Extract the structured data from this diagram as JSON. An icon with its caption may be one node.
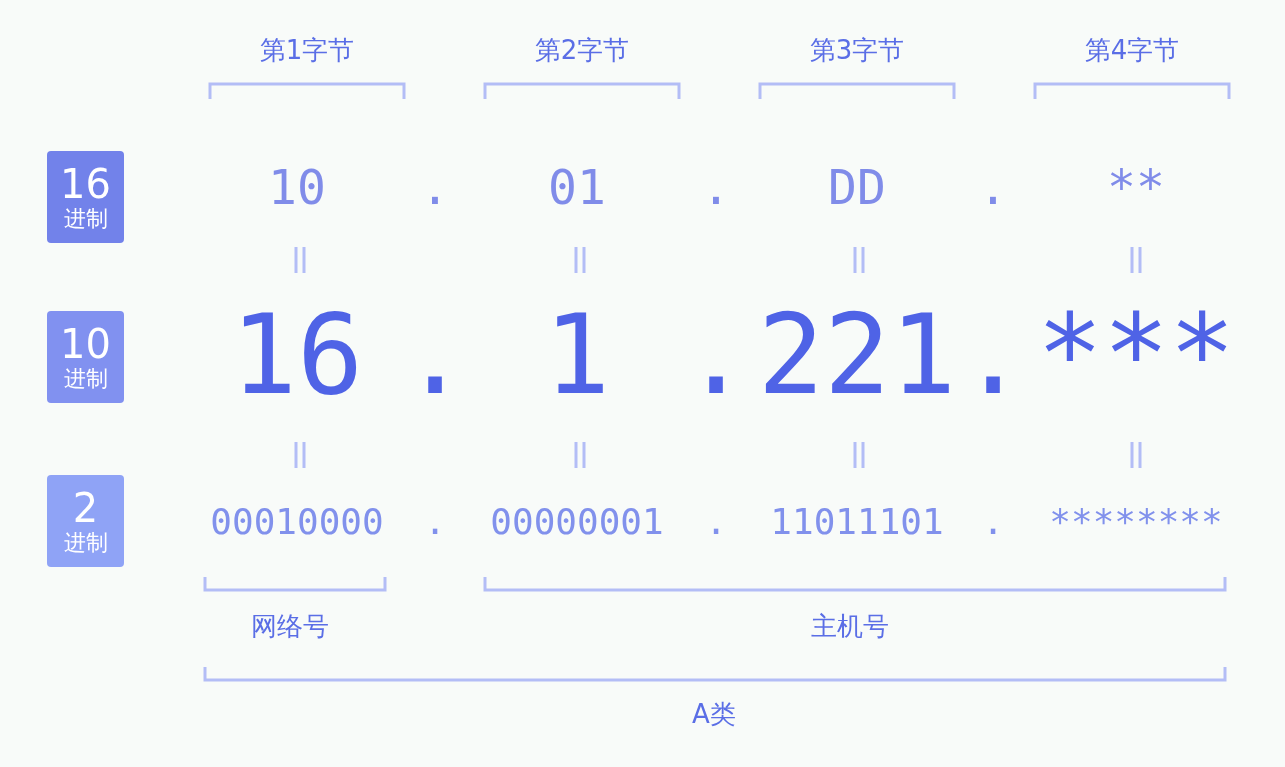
{
  "diagram": {
    "nodes": [
      {
        "text": [
          "16",
          "进制"
        ]
      },
      {
        "text": [
          "10",
          "进制"
        ]
      },
      {
        "text": [
          "2",
          "进制"
        ]
      }
    ],
    "labels": [
      "第1字节",
      "第2字节",
      "第3字节",
      "第4字节",
      "10",
      ".",
      "01",
      ".",
      "DD",
      ".",
      "**",
      "16",
      ".",
      "1",
      ".",
      "221",
      ".",
      "***",
      "00010000",
      ".",
      "00000001",
      ".",
      "11011101",
      ".",
      "********",
      "网络号",
      "主机号",
      "A类"
    ]
  }
}
